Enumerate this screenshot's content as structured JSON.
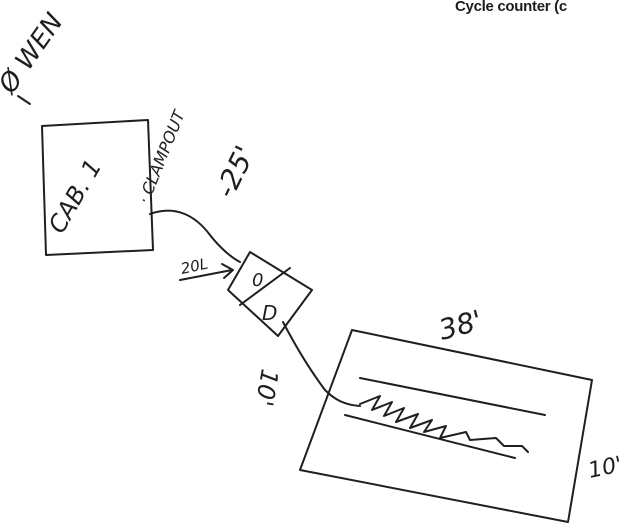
{
  "header": {
    "title": "Cycle counter (c"
  },
  "labels": {
    "top_left": "Ø WEN",
    "cabinet": "CAB. 1",
    "cable_note": "· CLAMPOUT",
    "cable_length": "-25'",
    "arrow_note": "20L",
    "box_top": "0",
    "box_bottom": "D",
    "field_length": "38'",
    "drop_length": "10'",
    "field_width": "10'"
  },
  "colors": {
    "ink": "#1f1f1f",
    "paper": "#ffffff"
  }
}
